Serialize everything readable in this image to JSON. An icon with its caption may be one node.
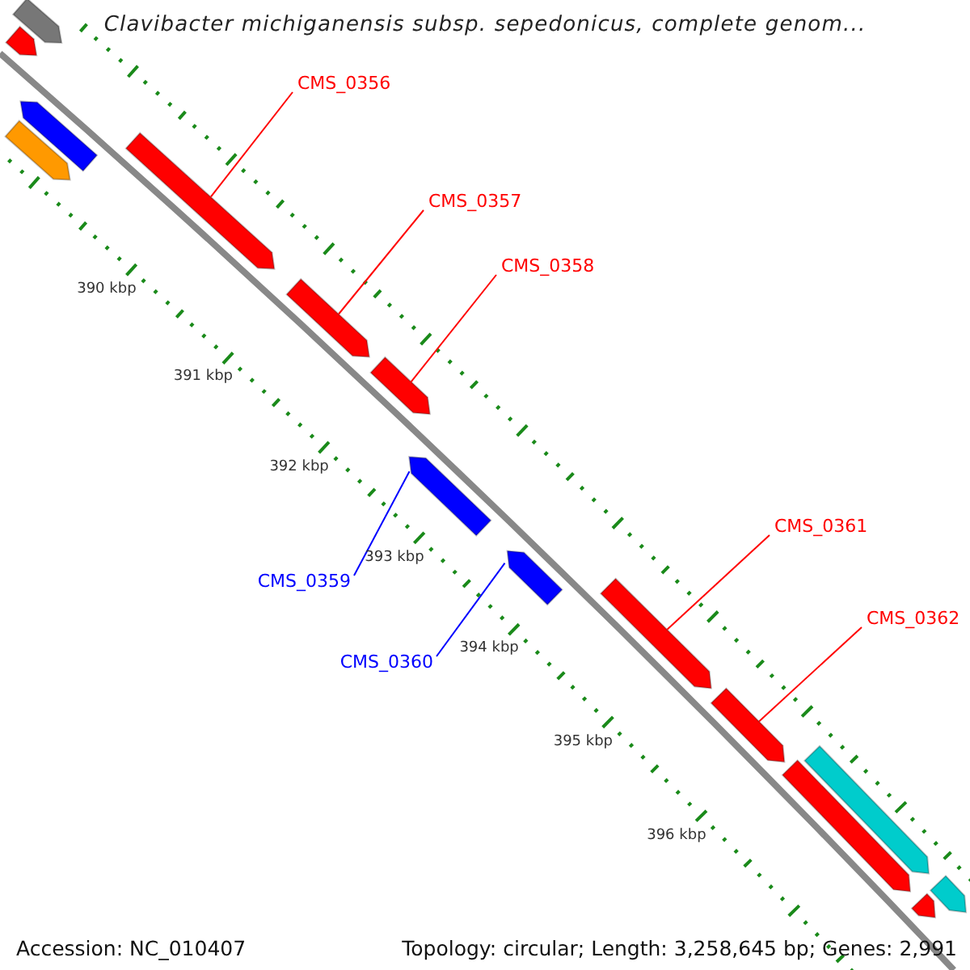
{
  "diagram": {
    "title": "Clavibacter michiganensis subsp. sepedonicus, complete genom...",
    "nodes": [
      {
        "text": [
          "CMS_0356"
        ]
      },
      {
        "text": [
          "CMS_0357"
        ]
      },
      {
        "text": [
          "CMS_0358"
        ]
      },
      {
        "text": [
          "CMS_0359"
        ]
      },
      {
        "text": [
          "CMS_0360"
        ]
      },
      {
        "text": [
          "CMS_0361"
        ]
      },
      {
        "text": [
          "CMS_0362"
        ]
      },
      {
        "text": [],
        "shape": "bar"
      },
      {
        "text": [],
        "shape": "bar"
      },
      {
        "text": [],
        "shape": "bar"
      },
      {
        "text": [],
        "shape": "bar"
      },
      {
        "text": [],
        "shape": "bar"
      },
      {
        "text": [],
        "shape": "bar"
      },
      {
        "text": [],
        "shape": "bar"
      },
      {
        "text": [],
        "shape": "bar"
      },
      {
        "text": [],
        "shape": "bar"
      },
      {
        "text": [],
        "shape": "bar"
      },
      {
        "text": [],
        "shape": "bar"
      },
      {
        "text": [],
        "shape": "bar"
      },
      {
        "text": [],
        "shape": "bar"
      },
      {
        "text": [],
        "shape": "bar"
      },
      {
        "text": [],
        "shape": "bar"
      }
    ],
    "edges": [
      {
        "from": 0,
        "to": 11,
        "arrow": "none"
      },
      {
        "from": 1,
        "to": 12,
        "arrow": "none"
      },
      {
        "from": 2,
        "to": 13,
        "arrow": "none"
      },
      {
        "from": 3,
        "to": 14,
        "arrow": "none",
        "color": "#0000ff"
      },
      {
        "from": 4,
        "to": 15,
        "arrow": "none",
        "color": "#0000ff"
      },
      {
        "from": 5,
        "to": 16,
        "arrow": "none"
      },
      {
        "from": 6,
        "to": 17,
        "arrow": "none"
      }
    ],
    "labels": [
      "390 kbp",
      "391 kbp",
      "392 kbp",
      "393 kbp",
      "394 kbp",
      "395 kbp",
      "396 kbp",
      "Accession: NC_010407",
      "Topology: circular; Length: 3,258,645 bp; Genes: 2,991"
    ]
  }
}
